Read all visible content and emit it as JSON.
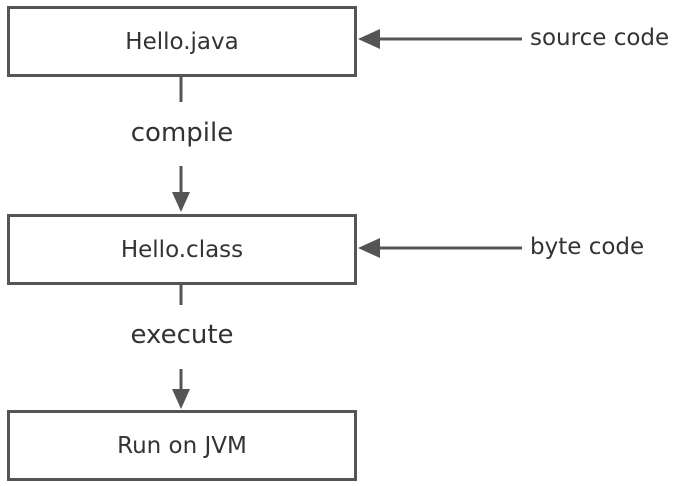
{
  "nodes": {
    "source_file": "Hello.java",
    "class_file": "Hello.class",
    "runtime": "Run on JVM"
  },
  "steps": {
    "compile": "compile",
    "execute": "execute"
  },
  "annotations": {
    "source": "source code",
    "byte": "byte code"
  },
  "colors": {
    "stroke": "#555555",
    "text": "#333333",
    "background": "#ffffff"
  }
}
